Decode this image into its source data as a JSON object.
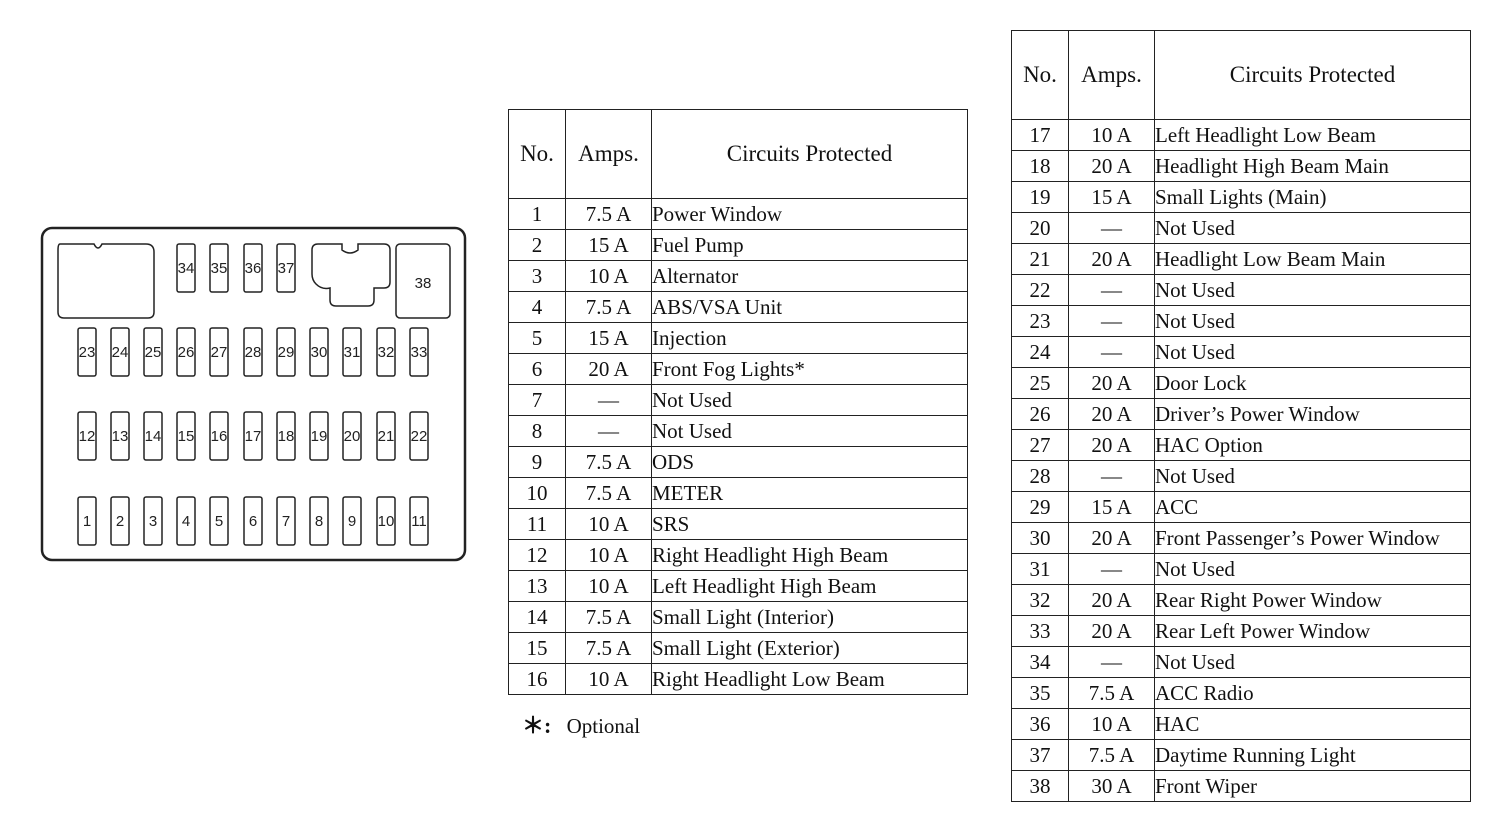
{
  "diagram": {
    "fuse_numbers": [
      "1",
      "2",
      "3",
      "4",
      "5",
      "6",
      "7",
      "8",
      "9",
      "10",
      "11",
      "12",
      "13",
      "14",
      "15",
      "16",
      "17",
      "18",
      "19",
      "20",
      "21",
      "22",
      "23",
      "24",
      "25",
      "26",
      "27",
      "28",
      "29",
      "30",
      "31",
      "32",
      "33",
      "34",
      "35",
      "36",
      "37",
      "38"
    ]
  },
  "table_header": {
    "no": "No.",
    "amps": "Amps.",
    "circuits": "Circuits Protected"
  },
  "left_table": [
    {
      "no": "1",
      "amps": "7.5 A",
      "circuit": "Power Window"
    },
    {
      "no": "2",
      "amps": "15 A",
      "circuit": "Fuel Pump"
    },
    {
      "no": "3",
      "amps": "10 A",
      "circuit": "Alternator"
    },
    {
      "no": "4",
      "amps": "7.5 A",
      "circuit": "ABS/VSA Unit"
    },
    {
      "no": "5",
      "amps": "15 A",
      "circuit": "Injection"
    },
    {
      "no": "6",
      "amps": "20 A",
      "circuit": "Front Fog Lights*"
    },
    {
      "no": "7",
      "amps": "—",
      "circuit": "Not Used"
    },
    {
      "no": "8",
      "amps": "—",
      "circuit": "Not Used"
    },
    {
      "no": "9",
      "amps": "7.5 A",
      "circuit": "ODS"
    },
    {
      "no": "10",
      "amps": "7.5 A",
      "circuit": "METER"
    },
    {
      "no": "11",
      "amps": "10 A",
      "circuit": "SRS"
    },
    {
      "no": "12",
      "amps": "10 A",
      "circuit": "Right Headlight High Beam"
    },
    {
      "no": "13",
      "amps": "10 A",
      "circuit": "Left Headlight High Beam"
    },
    {
      "no": "14",
      "amps": "7.5 A",
      "circuit": "Small Light (Interior)"
    },
    {
      "no": "15",
      "amps": "7.5 A",
      "circuit": "Small Light (Exterior)"
    },
    {
      "no": "16",
      "amps": "10 A",
      "circuit": "Right Headlight Low Beam"
    }
  ],
  "right_table": [
    {
      "no": "17",
      "amps": "10 A",
      "circuit": "Left Headlight Low Beam"
    },
    {
      "no": "18",
      "amps": "20 A",
      "circuit": "Headlight High Beam Main"
    },
    {
      "no": "19",
      "amps": "15 A",
      "circuit": "Small Lights (Main)"
    },
    {
      "no": "20",
      "amps": "—",
      "circuit": "Not Used"
    },
    {
      "no": "21",
      "amps": "20 A",
      "circuit": "Headlight Low Beam Main"
    },
    {
      "no": "22",
      "amps": "—",
      "circuit": "Not Used"
    },
    {
      "no": "23",
      "amps": "—",
      "circuit": "Not Used"
    },
    {
      "no": "24",
      "amps": "—",
      "circuit": "Not Used"
    },
    {
      "no": "25",
      "amps": "20 A",
      "circuit": "Door Lock"
    },
    {
      "no": "26",
      "amps": "20 A",
      "circuit": "Driver’s Power Window"
    },
    {
      "no": "27",
      "amps": "20 A",
      "circuit": "HAC Option"
    },
    {
      "no": "28",
      "amps": "—",
      "circuit": "Not Used"
    },
    {
      "no": "29",
      "amps": "15 A",
      "circuit": "ACC"
    },
    {
      "no": "30",
      "amps": "20 A",
      "circuit": "Front Passenger’s Power Window"
    },
    {
      "no": "31",
      "amps": "—",
      "circuit": "Not Used"
    },
    {
      "no": "32",
      "amps": "20 A",
      "circuit": "Rear Right Power Window"
    },
    {
      "no": "33",
      "amps": "20 A",
      "circuit": "Rear Left Power Window"
    },
    {
      "no": "34",
      "amps": "—",
      "circuit": "Not Used"
    },
    {
      "no": "35",
      "amps": "7.5 A",
      "circuit": "ACC Radio"
    },
    {
      "no": "36",
      "amps": "10 A",
      "circuit": "HAC"
    },
    {
      "no": "37",
      "amps": "7.5 A",
      "circuit": "Daytime Running Light"
    },
    {
      "no": "38",
      "amps": "30 A",
      "circuit": "Front Wiper"
    }
  ],
  "footnote": {
    "mark": "＊:",
    "text": "Optional"
  }
}
